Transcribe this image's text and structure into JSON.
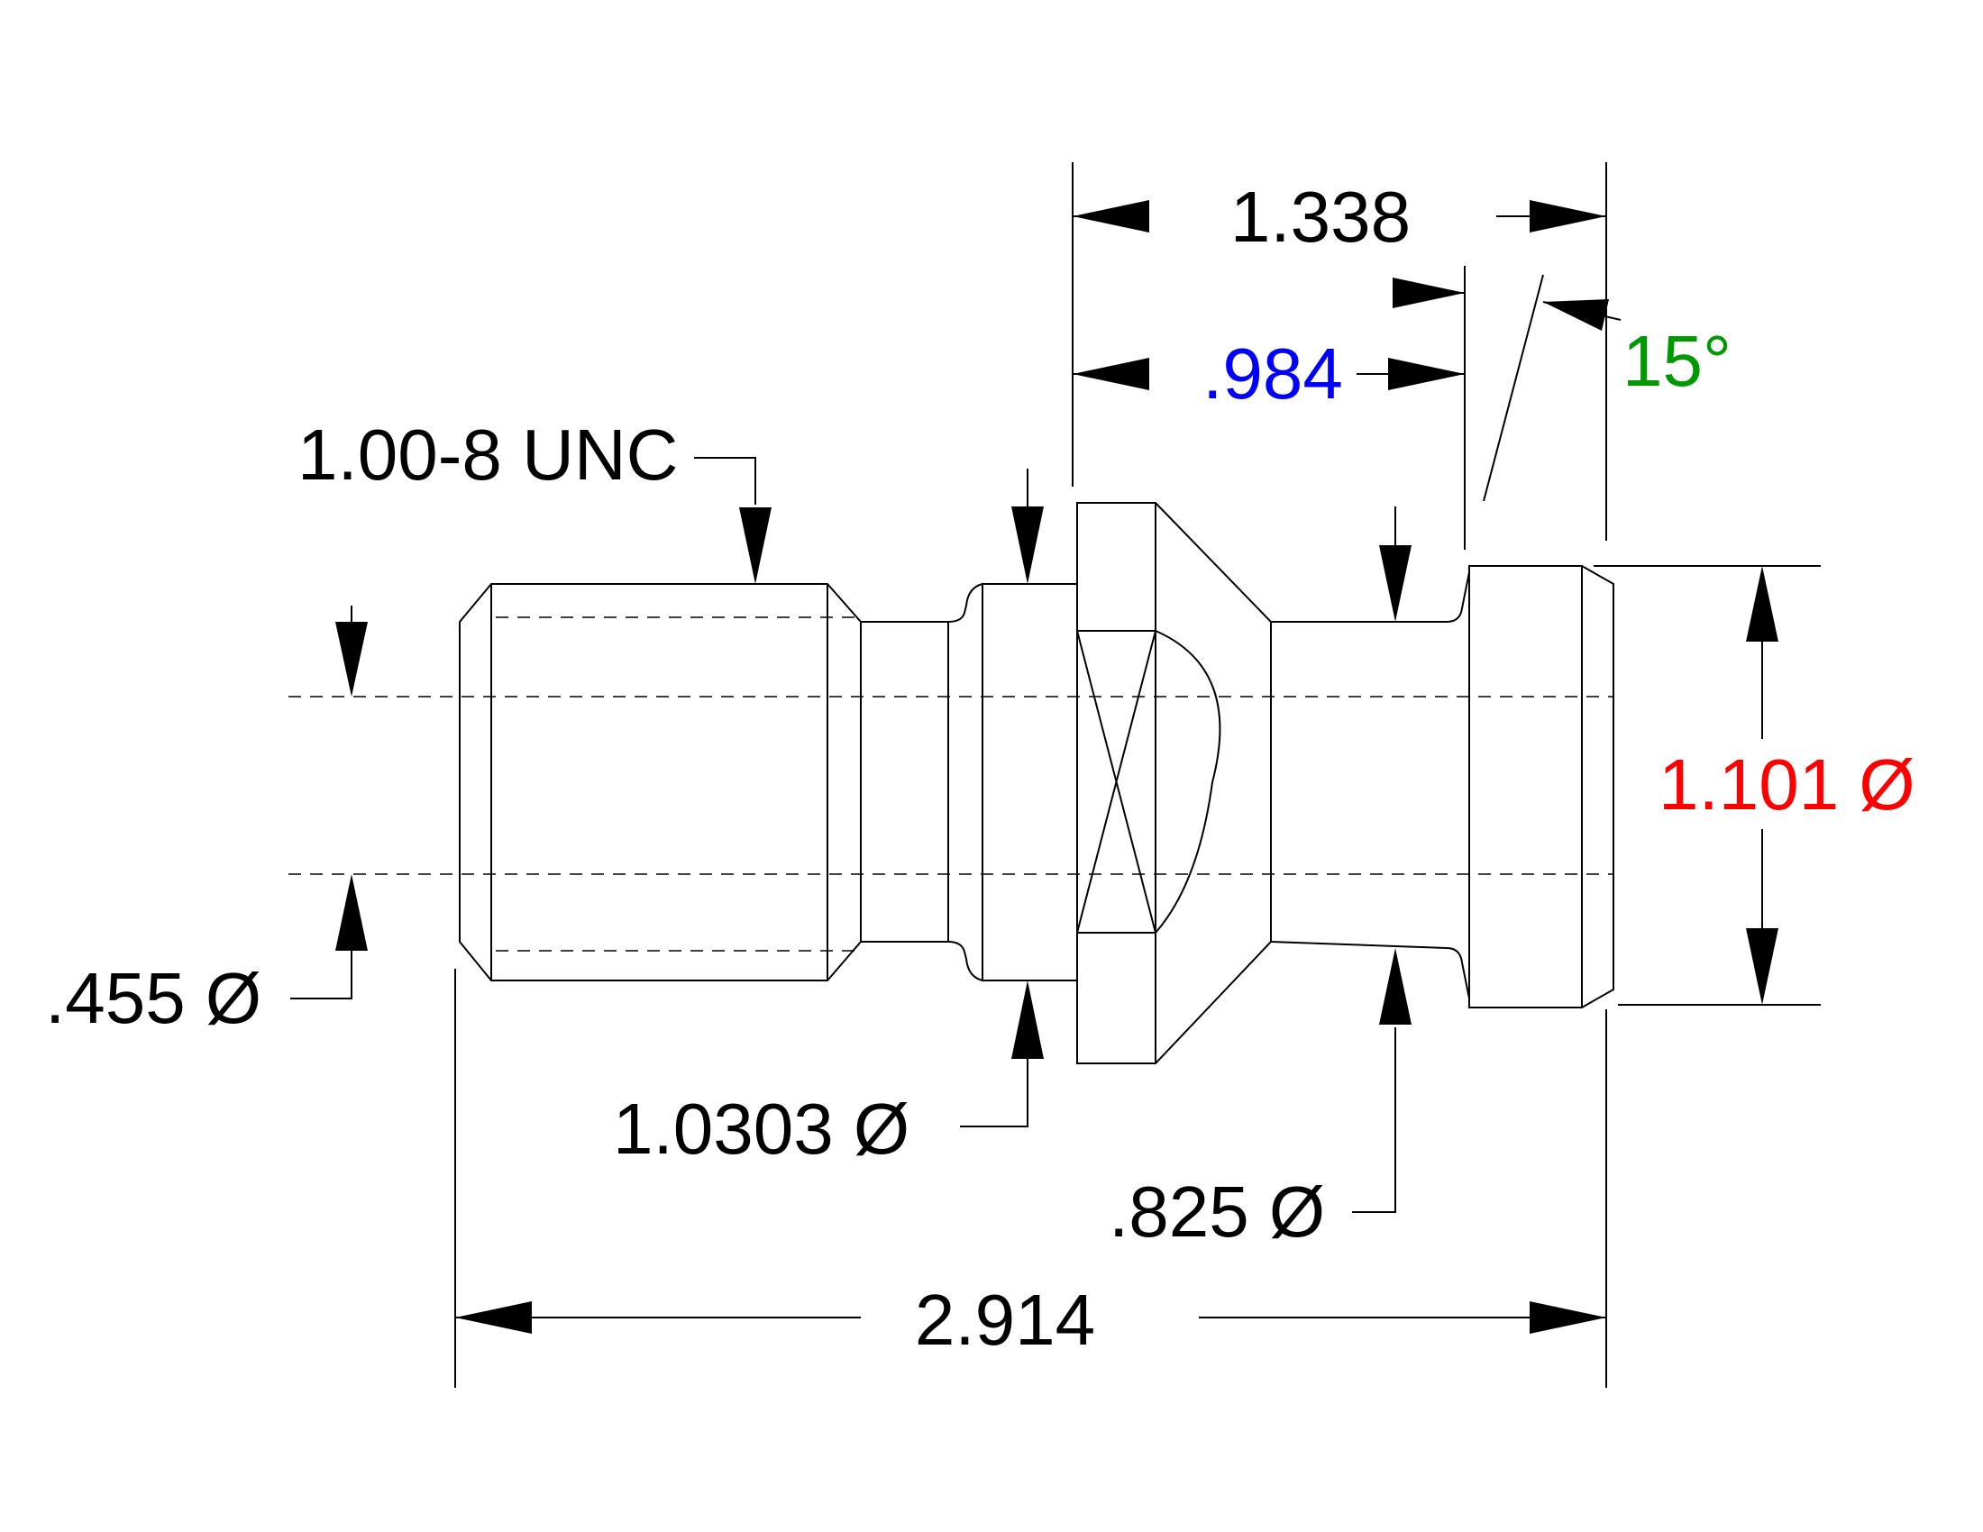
{
  "drawing": {
    "colors": {
      "line": "#000000",
      "dim_984": "#0000ff",
      "dim_1101": "#ff0000",
      "dim_15deg": "#009900"
    },
    "dimensions": {
      "overall_length": "2.914",
      "top_length": "1.338",
      "inner_length": ".984",
      "angle": "15°",
      "thread": "1.00-8 UNC",
      "bore_dia": ".455 Ø",
      "collar_dia": "1.0303 Ø",
      "neck_dia": ".825 Ø",
      "head_dia": "1.101 Ø"
    }
  }
}
